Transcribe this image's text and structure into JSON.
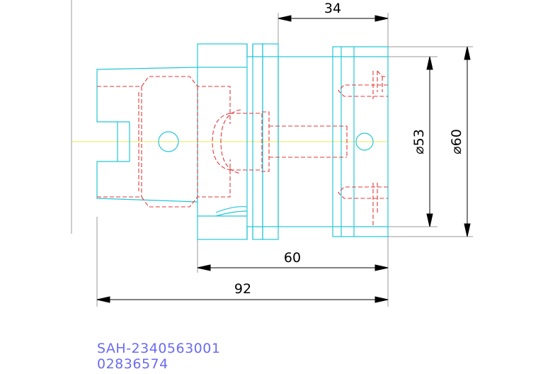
{
  "drawing": {
    "dimensions": {
      "top_length": "34",
      "inner_diameter": "⌀53",
      "outer_diameter": "⌀60",
      "mid_length": "60",
      "overall_length": "92"
    },
    "title_block": {
      "part_number": "SAH-2340563001",
      "code": "02836574"
    },
    "colors": {
      "outline": "#26c6d8",
      "hidden_lines": "#e23a3a",
      "dimension": "#000000",
      "centerline": "#e8e85a",
      "extension": "#9a9a9a",
      "title_text": "#6b6bf0"
    }
  }
}
